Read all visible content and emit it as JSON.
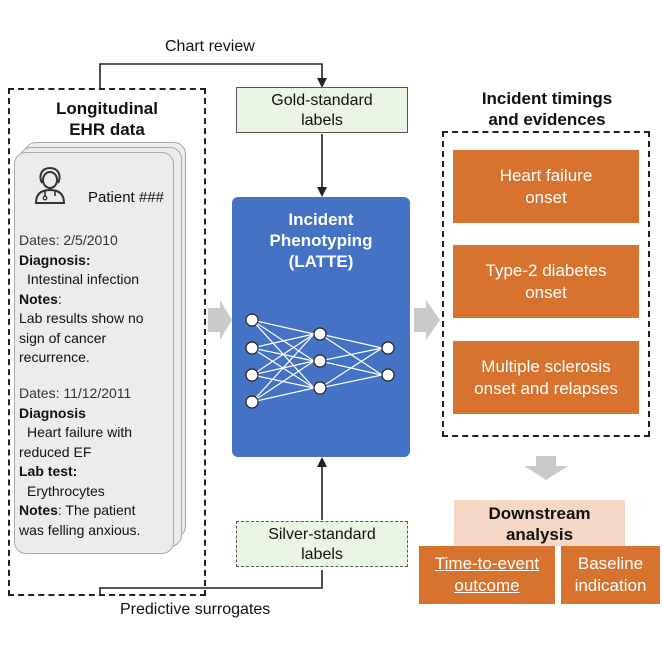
{
  "top_arrow_label": "Chart review",
  "bottom_arrow_label": "Predictive surrogates",
  "ehr": {
    "title_line1": "Longitudinal",
    "title_line2": "EHR data",
    "patient_label": "Patient ###",
    "record1": {
      "date": "Dates: 2/5/2010",
      "diag_head": "Diagnosis:",
      "diag_val": "Intestinal infection",
      "notes_head": "Notes",
      "notes_colon": ":",
      "notes_l1": "Lab results show no",
      "notes_l2": "sign of cancer",
      "notes_l3": "recurrence."
    },
    "record2": {
      "date": "Dates: 11/12/2011",
      "diag_head": "Diagnosis",
      "diag_l1": "Heart failure with",
      "diag_l2": "reduced EF",
      "lab_head": "Lab test:",
      "lab_val": "Erythrocytes",
      "notes_head": "Notes",
      "notes_l1": ": The patient",
      "notes_l2": "was felling anxious."
    }
  },
  "gold_labels": {
    "l1": "Gold-standard",
    "l2": "labels"
  },
  "silver_labels": {
    "l1": "Silver-standard",
    "l2": "labels"
  },
  "model": {
    "l1": "Incident",
    "l2": "Phenotyping",
    "l3": "(LATTE)"
  },
  "timings": {
    "title_l1": "Incident timings",
    "title_l2": "and evidences",
    "boxes": [
      {
        "l1": "Heart failure",
        "l2": "onset"
      },
      {
        "l1": "Type-2 diabetes",
        "l2": "onset"
      },
      {
        "l1": "Multiple sclerosis",
        "l2": "onset and relapses"
      }
    ]
  },
  "downstream": {
    "title_l1": "Downstream",
    "title_l2": "analysis",
    "left_l1": "Time-to-event",
    "left_l2": "outcome",
    "right_l1": "Baseline",
    "right_l2": "indication"
  },
  "colors": {
    "model_blue": "#4472c4",
    "orange": "#d8732f",
    "pink": "#f6d6c4",
    "green": "#eaf5e4",
    "arrow_gray": "#c9c9c9"
  },
  "icons": [
    "patient-icon"
  ]
}
